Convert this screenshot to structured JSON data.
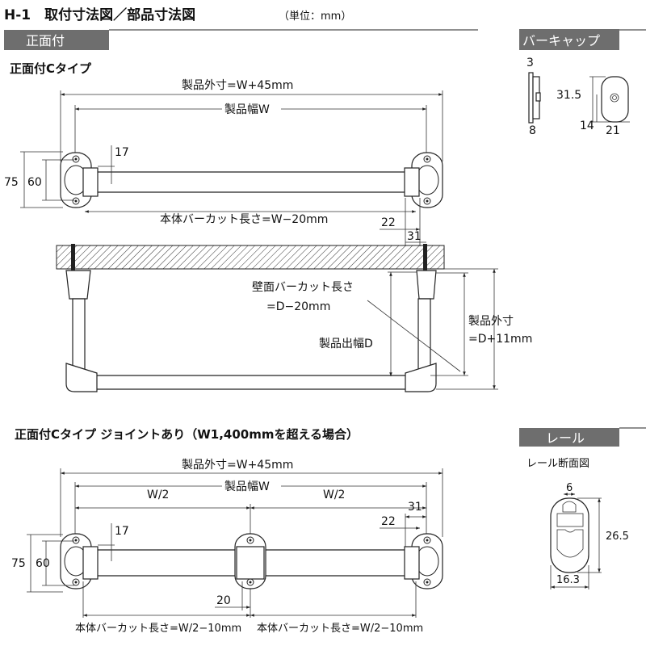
{
  "header": {
    "title": "H-1　取付寸法図／部品寸法図",
    "unit": "（単位：mm）"
  },
  "sections": {
    "front": "正面付",
    "bar_cap": "バーキャップ",
    "rail": "レール"
  },
  "front_c": {
    "subtitle": "正面付Cタイプ",
    "outer_width": "製品外寸=W+45mm",
    "width": "製品幅W",
    "dim_17": "17",
    "dim_75": "75",
    "dim_60": "60",
    "bar_cut": "本体バーカット長さ=W−20mm",
    "dim_22": "22",
    "dim_31": "31",
    "wall_cut_1": "壁面バーカット長さ",
    "wall_cut_2": "=D−20mm",
    "depth": "製品出幅D",
    "outer_depth_1": "製品外寸",
    "outer_depth_2": "=D+11mm"
  },
  "bar_cap": {
    "dim_3": "3",
    "dim_8": "8",
    "dim_31_5": "31.5",
    "dim_14": "14",
    "dim_21": "21"
  },
  "joint": {
    "subtitle": "正面付Cタイプ ジョイントあり（W1,400mmを超える場合）",
    "outer_width": "製品外寸=W+45mm",
    "width": "製品幅W",
    "half_left": "W/2",
    "half_right": "W/2",
    "dim_31": "31",
    "dim_22": "22",
    "dim_17": "17",
    "dim_75": "75",
    "dim_60": "60",
    "dim_20": "20",
    "cut_left": "本体バーカット長さ=W/2−10mm",
    "cut_right": "本体バーカット長さ=W/2−10mm"
  },
  "rail": {
    "caption": "レール断面図",
    "dim_6": "6",
    "dim_26_5": "26.5",
    "dim_16_3": "16.3"
  },
  "colors": {
    "section_header_bg": "#6e6e6e",
    "line": "#222222"
  }
}
